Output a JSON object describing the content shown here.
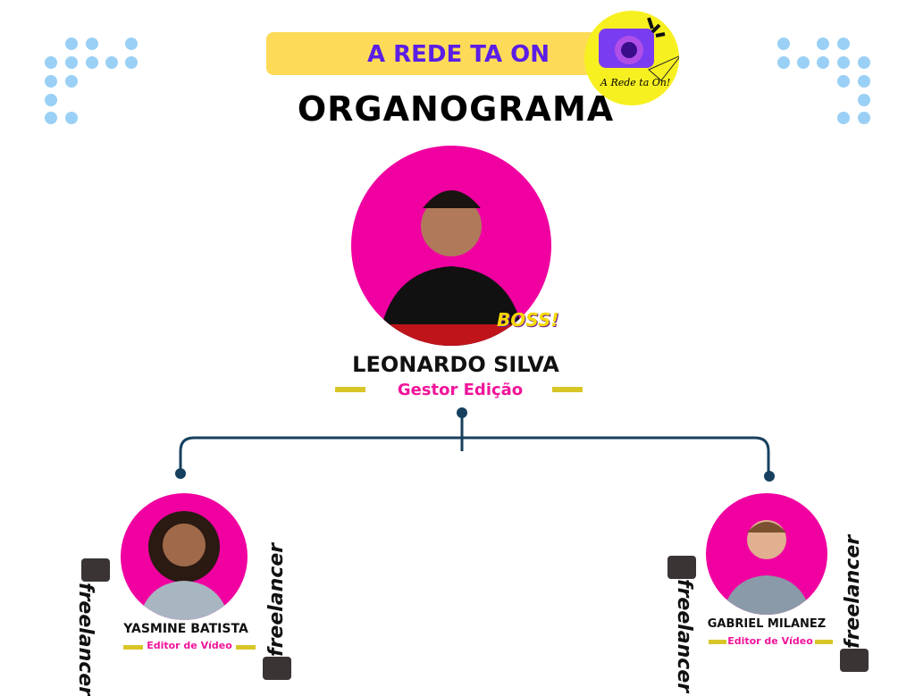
{
  "header": {
    "banner": "A REDE TA ON",
    "title": "ORGANOGRAMA",
    "badge_text": "A Rede ta On!"
  },
  "boss": {
    "name": "LEONARDO SILVA",
    "role": "Gestor Edição",
    "sticker": "BOSS!"
  },
  "members": [
    {
      "name": "YASMINE BATISTA",
      "role": "Editor de Vídeo",
      "tag": "freelancer"
    },
    {
      "name": "GABRIEL MILANEZ",
      "role": "Editor de Vídeo",
      "tag": "freelancer"
    }
  ],
  "colors": {
    "accent": "#f000a0",
    "banner": "#fddb58",
    "banner_text": "#5a1ee6",
    "line": "#17405e"
  }
}
